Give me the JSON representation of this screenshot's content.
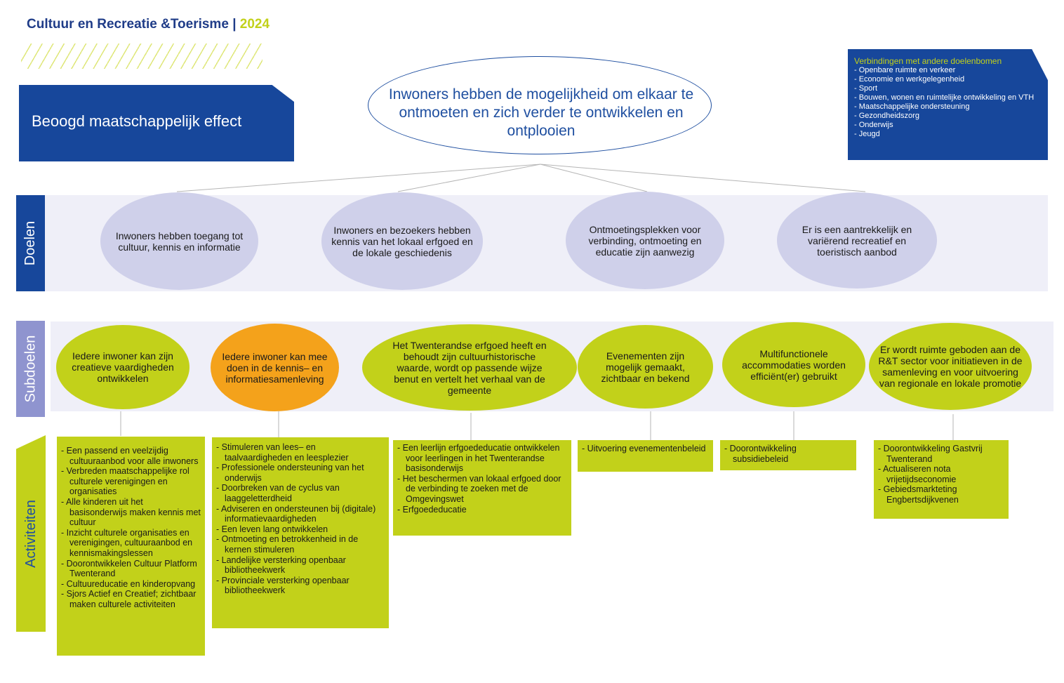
{
  "header": {
    "title": "Cultuur en Recreatie &Toerisme",
    "separator": "|",
    "year": "2024"
  },
  "effect": {
    "label": "Beoogd maatschappelijk effect",
    "statement": "Inwoners hebben de mogelijkheid om elkaar te ontmoeten en zich verder te ontwikkelen en ontplooien"
  },
  "links": {
    "title": "Verbindingen met andere doelenbomen",
    "items": [
      "- Openbare ruimte en verkeer",
      "- Economie  en werkgelegenheid",
      "- Sport",
      "- Bouwen, wonen en ruimtelijke ontwikkeling en VTH",
      "- Maatschappelijke ondersteuning",
      "- Gezondheidszorg",
      "- Onderwijs",
      "- Jeugd"
    ]
  },
  "sections": {
    "doelen": "Doelen",
    "subdoelen": "Subdoelen",
    "activiteiten": "Activiteiten"
  },
  "goals": [
    "Inwoners hebben toegang tot cultuur, kennis en informatie",
    "Inwoners en bezoekers hebben kennis van het lokaal erfgoed en de lokale geschiedenis",
    "Ontmoetingsplekken voor verbinding, ontmoeting en educatie zijn aanwezig",
    "Er is een aantrekkelijk en variërend recreatief en toeristisch aanbod"
  ],
  "subgoals": [
    {
      "text": "Iedere inwoner kan zijn creatieve vaardigheden ontwikkelen",
      "color": "#c2d11a"
    },
    {
      "text": "Iedere inwoner kan mee doen in de kennis– en informatiesamenleving",
      "color": "#f4a21b"
    },
    {
      "text": "Het Twenterandse erfgoed heeft en behoudt zijn cultuurhistorische waarde, wordt op passende wijze benut en vertelt het verhaal van de gemeente",
      "color": "#c2d11a"
    },
    {
      "text": "Evenementen zijn mogelijk gemaakt, zichtbaar en bekend",
      "color": "#c2d11a"
    },
    {
      "text": "Multifunctionele accommodaties worden efficiënt(er) gebruikt",
      "color": "#c2d11a"
    },
    {
      "text": "Er wordt ruimte geboden aan de R&T sector voor initiatieven in de samenleving en voor uitvoering van regionale en lokale promotie",
      "color": "#c2d11a"
    }
  ],
  "activities": [
    [
      "Een passend en veelzijdig cultuuraanbod voor alle inwoners",
      "Verbreden maatschappelijke rol culturele verenigingen en organisaties",
      "Alle kinderen uit het basisonderwijs maken kennis met cultuur",
      "Inzicht culturele organisaties en verenigingen, cultuuraanbod en kennismakingslessen",
      "Doorontwikkelen Cultuur Platform Twenterand",
      "Cultuureducatie en kinderopvang",
      "Sjors Actief en Creatief; zichtbaar maken culturele activiteiten"
    ],
    [
      "Stimuleren van lees– en taalvaardigheden en leesplezier",
      "Professionele ondersteuning van het onderwijs",
      "Doorbreken van de cyclus van laaggeletterdheid",
      "Adviseren en ondersteunen bij (digitale) informatievaardigheden",
      "Een leven lang ontwikkelen",
      "Ontmoeting en betrokkenheid in de kernen stimuleren",
      "Landelijke versterking openbaar bibliotheekwerk",
      "Provinciale versterking openbaar bibliotheekwerk"
    ],
    [
      "Een leerlijn erfgoededucatie ontwikkelen voor leerlingen in het Twenterandse basisonderwijs",
      "Het beschermen van lokaal erfgoed door de verbinding te zoeken met de Omgevingswet",
      "Erfgoededucatie"
    ],
    [
      "Uitvoering evenementenbeleid"
    ],
    [
      "Doorontwikkeling subsidiebeleid"
    ],
    [
      "Doorontwikkeling Gastvrij Twenterand",
      "Actualiseren nota vrijetijdseconomie",
      "Gebiedsmarkteting Engbertsdijkvenen"
    ]
  ]
}
